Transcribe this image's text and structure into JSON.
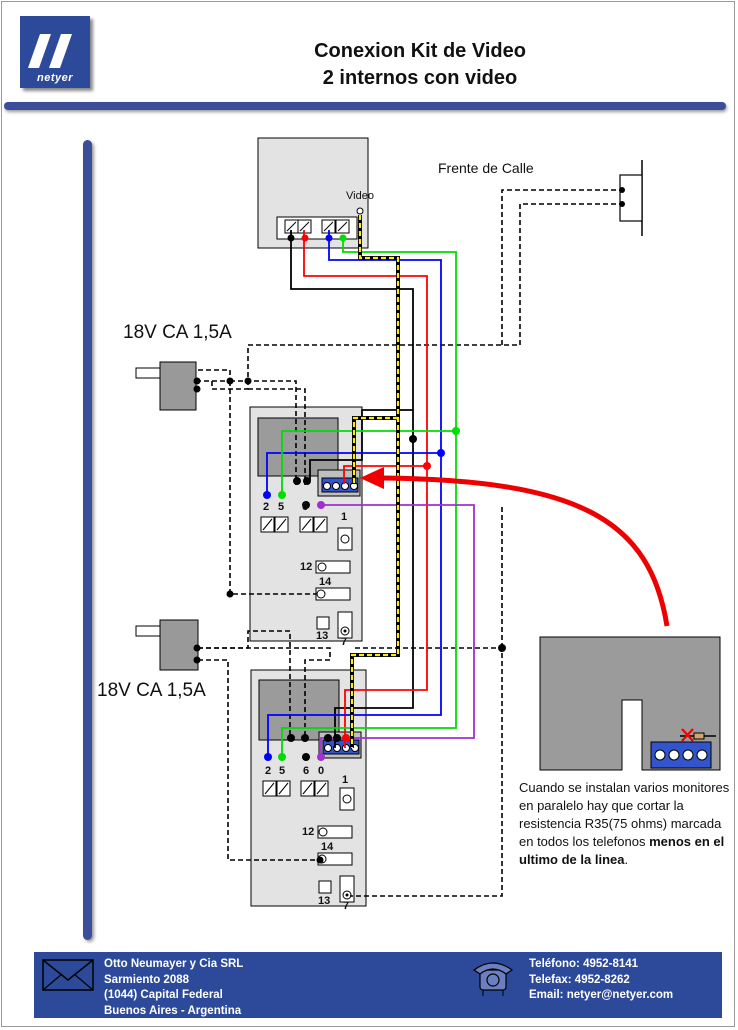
{
  "header": {
    "logo_text": "netyer",
    "title_line1": "Conexion Kit de Video",
    "title_line2": "2 internos con video"
  },
  "diagram": {
    "street_label": "Frente de Calle",
    "video_label": "Video",
    "psu1_label": "18V CA 1,5A",
    "psu2_label": "18V CA 1,5A",
    "monitor1": {
      "terminals": [
        "2",
        "5",
        "6"
      ],
      "t1": "1",
      "t12": "12",
      "t14": "14",
      "t13": "13",
      "t7": "7"
    },
    "monitor2": {
      "terminals": [
        "2",
        "5",
        "6",
        "0"
      ],
      "t1": "1",
      "t12": "12",
      "t14": "14",
      "t13": "13",
      "t7": "7"
    },
    "colors": {
      "black": "#000000",
      "red": "#ff0000",
      "blue": "#0000ff",
      "green": "#00dd00",
      "yellow": "#ffee00",
      "purple": "#a030d0",
      "arrow": "#ee0000",
      "terminal_block": "#3355cc",
      "device_gray": "#e3e3e3",
      "screen_gray": "#9b9b9b"
    }
  },
  "note": {
    "text": "Cuando se instalan varios monitores en paralelo hay que cortar la resistencia R35(75 ohms) marcada en todos los telefonos",
    "bold": "menos en el ultimo de la linea",
    "end": "."
  },
  "footer": {
    "company": [
      "Otto Neumayer y Cia SRL",
      "Sarmiento 2088",
      "(1044) Capital Federal",
      "Buenos Aires - Argentina"
    ],
    "contact": [
      "Teléfono: 4952-8141",
      "Telefax: 4952-8262",
      "Email: netyer@netyer.com"
    ],
    "icons": [
      "envelope-icon",
      "telephone-icon"
    ]
  }
}
